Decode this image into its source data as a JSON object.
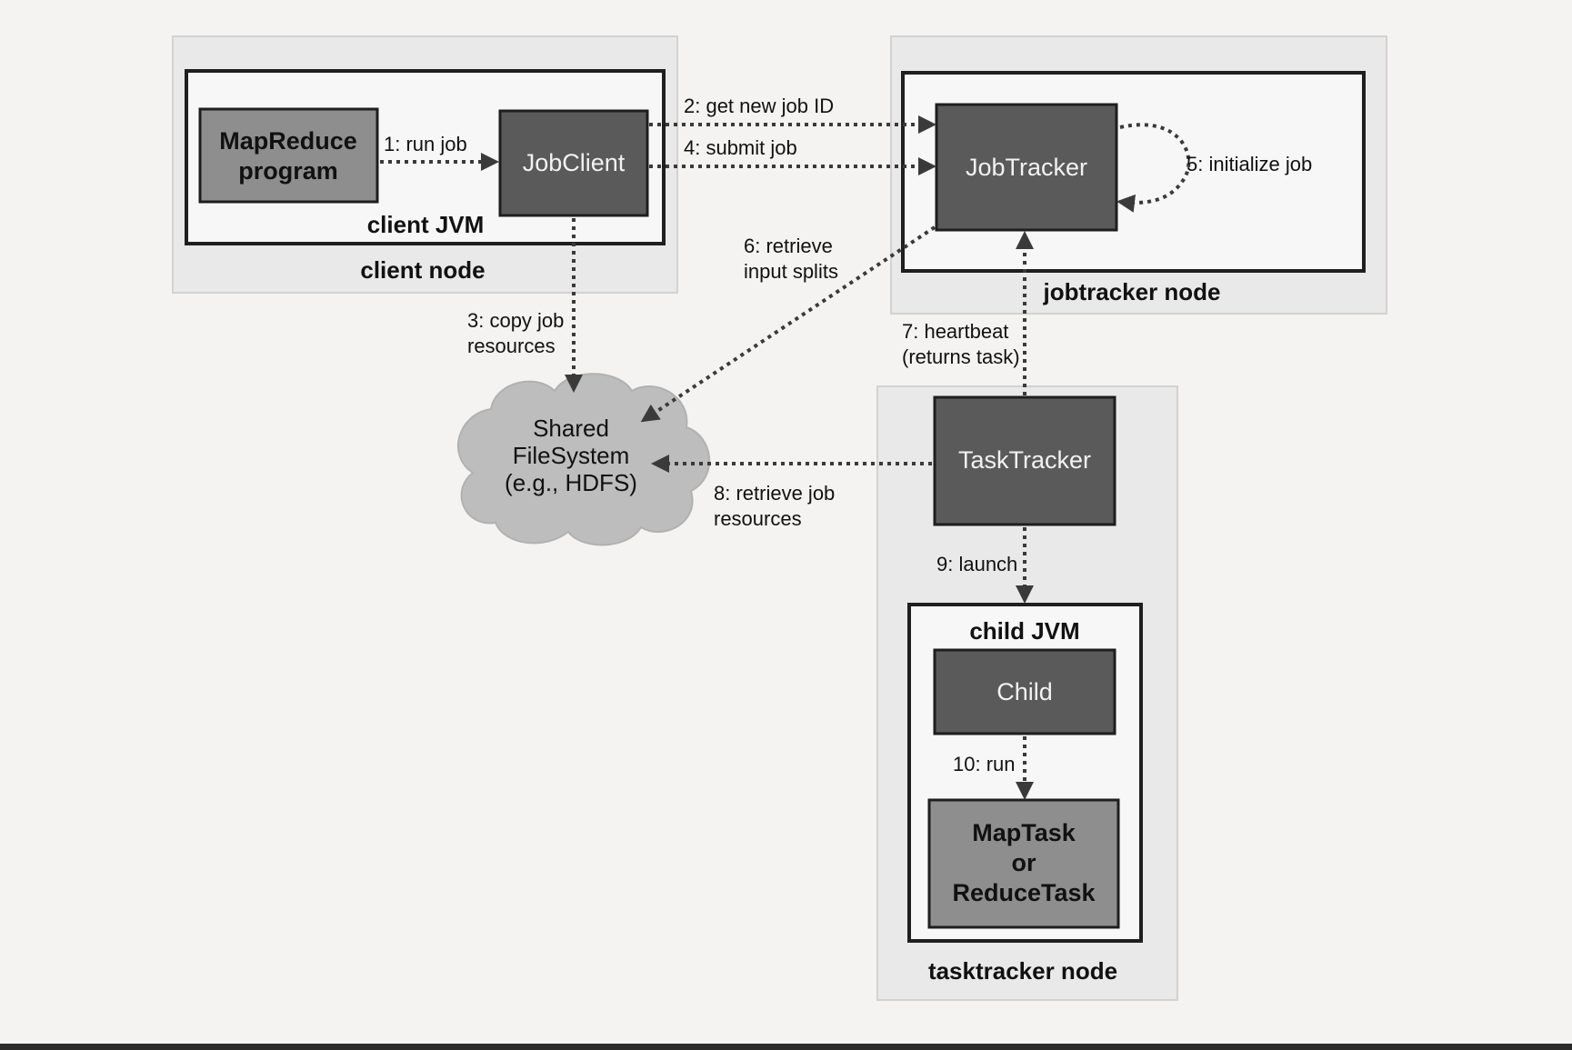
{
  "nodes": {
    "client_node": "client node",
    "client_jvm": "client JVM",
    "jobtracker_node": "jobtracker node",
    "tasktracker_node": "tasktracker node",
    "child_jvm": "child JVM"
  },
  "components": {
    "mapreduce_program": [
      "MapReduce",
      "program"
    ],
    "jobclient": "JobClient",
    "jobtracker": "JobTracker",
    "tasktracker": "TaskTracker",
    "child": "Child",
    "maptask": [
      "MapTask",
      "or",
      "ReduceTask"
    ],
    "shared_fs": [
      "Shared",
      "FileSystem",
      "(e.g., HDFS)"
    ]
  },
  "steps": {
    "run_job": "1: run job",
    "get_job_id": "2: get new job ID",
    "copy_resources": [
      "3: copy job",
      "resources"
    ],
    "submit_job": "4: submit job",
    "initialize_job": "5: initialize job",
    "retrieve_splits": [
      "6: retrieve",
      "input splits"
    ],
    "heartbeat": [
      "7: heartbeat",
      "(returns task)"
    ],
    "retrieve_resources": [
      "8: retrieve job",
      "resources"
    ],
    "launch": "9: launch",
    "run": "10: run"
  },
  "colors": {
    "component_dark": "#5a5a5a",
    "component_mid": "#8e8e8e",
    "node_panel": "#e9e9e9",
    "cloud": "#bdbdbd"
  }
}
